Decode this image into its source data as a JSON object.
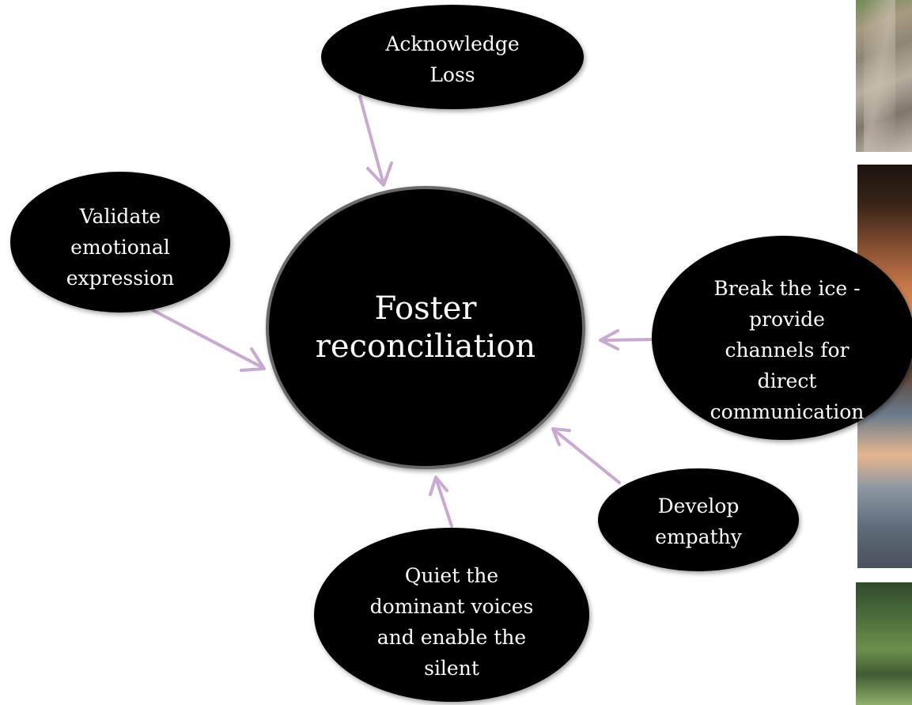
{
  "diagram": {
    "center": {
      "label_line1": "Foster",
      "label_line2": "reconciliation"
    },
    "nodes": [
      {
        "id": "acknowledge",
        "lines": [
          "Acknowledge",
          "Loss"
        ]
      },
      {
        "id": "validate",
        "lines": [
          "Validate",
          "emotional",
          "expression"
        ]
      },
      {
        "id": "break-ice",
        "lines": [
          "Break the ice -",
          "provide",
          "channels for",
          "direct",
          "communication"
        ]
      },
      {
        "id": "empathy",
        "lines": [
          "Develop",
          "empathy"
        ]
      },
      {
        "id": "quiet",
        "lines": [
          "Quiet the",
          "dominant voices",
          "and enable the",
          "silent"
        ]
      }
    ],
    "colors": {
      "node_fill": "#000000",
      "node_text": "#ffffff",
      "arrow": "#c9a9cf",
      "center_border": "#6b6b6b"
    }
  }
}
